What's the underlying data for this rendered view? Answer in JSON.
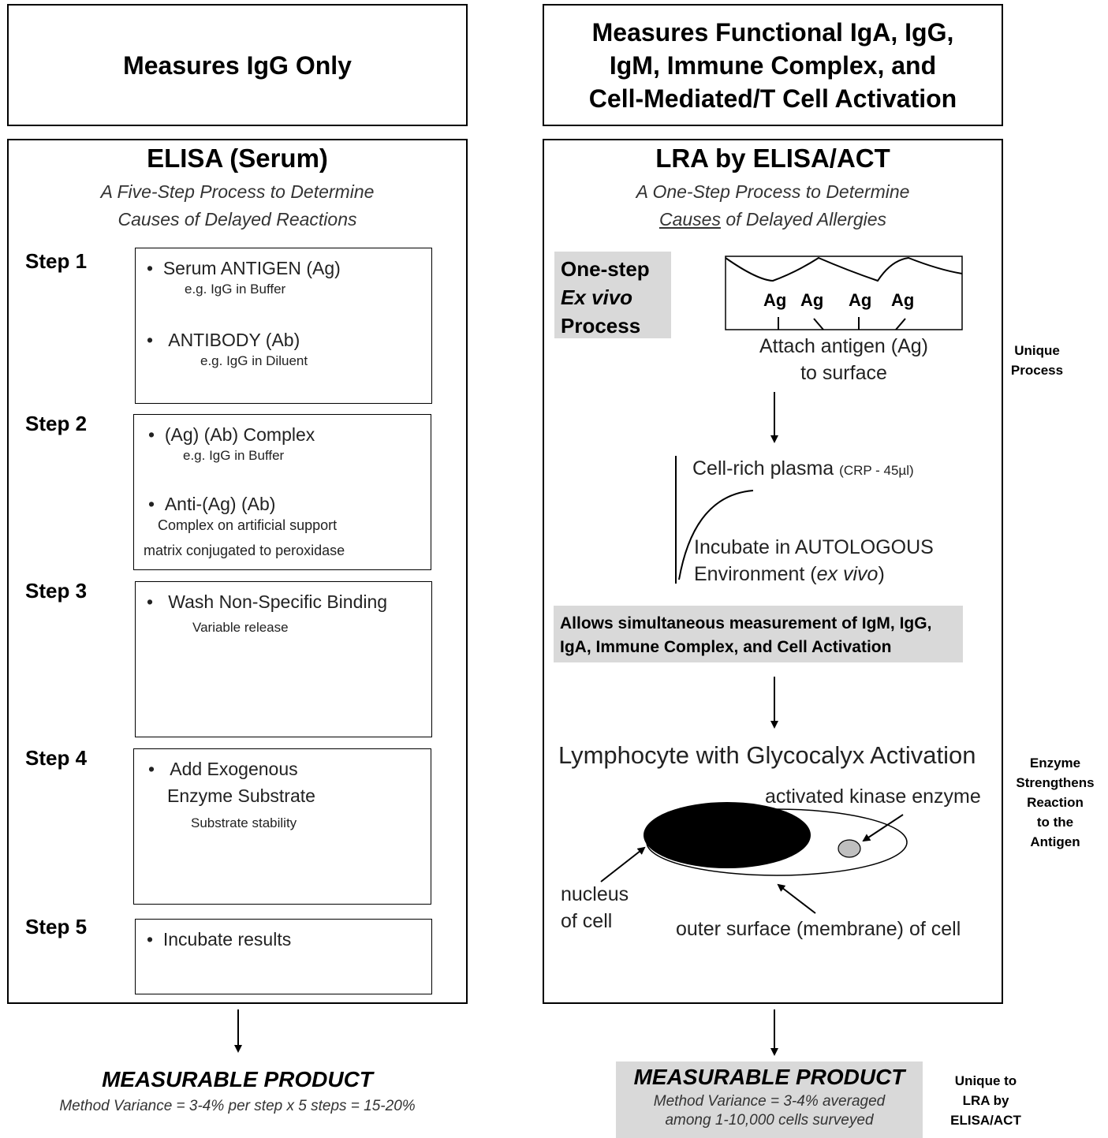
{
  "left": {
    "header": "Measures IgG Only",
    "title": "ELISA (Serum)",
    "subtitle": [
      "A Five-Step Process to Determine",
      "Causes of Delayed Reactions"
    ],
    "steps": [
      {
        "label": "Step 1",
        "items": [
          {
            "bullet": "Serum ANTIGEN (Ag)",
            "note": "e.g. IgG in Buffer"
          },
          {
            "bullet": "ANTIBODY (Ab)",
            "note": "e.g. IgG in Diluent"
          }
        ]
      },
      {
        "label": "Step 2",
        "items": [
          {
            "bullet": "(Ag) (Ab) Complex",
            "note": "e.g. IgG in Buffer"
          },
          {
            "bullet": "Anti-(Ag) (Ab)",
            "note": "Complex on artificial support",
            "note2": "matrix  conjugated to peroxidase"
          }
        ]
      },
      {
        "label": "Step 3",
        "items": [
          {
            "bullet": "Wash Non-Specific Binding",
            "note": "Variable release"
          }
        ]
      },
      {
        "label": "Step 4",
        "items": [
          {
            "bullet": "Add Exogenous",
            "line2": "Enzyme Substrate",
            "note": "Substrate stability"
          }
        ]
      },
      {
        "label": "Step 5",
        "items": [
          {
            "bullet": "Incubate results"
          }
        ]
      }
    ],
    "product": "MEASURABLE PRODUCT",
    "variance": "Method Variance = 3-4% per step x 5 steps = 15-20%"
  },
  "right": {
    "header": [
      "Measures Functional IgA, IgG,",
      "IgM, Immune Complex, and",
      "Cell-Mediated/T Cell Activation"
    ],
    "title": "LRA by ELISA/ACT",
    "subtitle_line1": "A One-Step Process to Determine",
    "subtitle_causes": "Causes",
    "subtitle_rest": " of Delayed Allergies",
    "one_step": [
      "One-step",
      "Ex vivo",
      "Process"
    ],
    "ag_labels": [
      "Ag",
      "Ag",
      "Ag",
      "Ag"
    ],
    "attach": [
      "Attach antigen (Ag)",
      "to surface"
    ],
    "cell_rich": "Cell-rich plasma",
    "crp": "(CRP - 45µl)",
    "incubate": "Incubate in AUTOLOGOUS",
    "environment": "Environment (",
    "ex_vivo": "ex vivo",
    "environment_end": ")",
    "allows": [
      "Allows simultaneous measurement of IgM, IgG,",
      "IgA, Immune Complex, and Cell Activation"
    ],
    "lymphocyte": "Lymphocyte with Glycocalyx Activation",
    "kinase": "activated kinase enzyme",
    "nucleus": [
      "nucleus",
      "of cell"
    ],
    "outer": "outer surface (membrane) of cell",
    "product": "MEASURABLE PRODUCT",
    "variance": [
      "Method Variance = 3-4% averaged",
      "among 1-10,000 cells surveyed"
    ]
  },
  "side": {
    "unique_process": [
      "Unique",
      "Process"
    ],
    "enzyme": [
      "Enzyme",
      "Strengthens",
      "Reaction",
      "to the",
      "Antigen"
    ],
    "unique_lra": [
      "Unique to",
      "LRA by",
      "ELISA/ACT"
    ]
  }
}
